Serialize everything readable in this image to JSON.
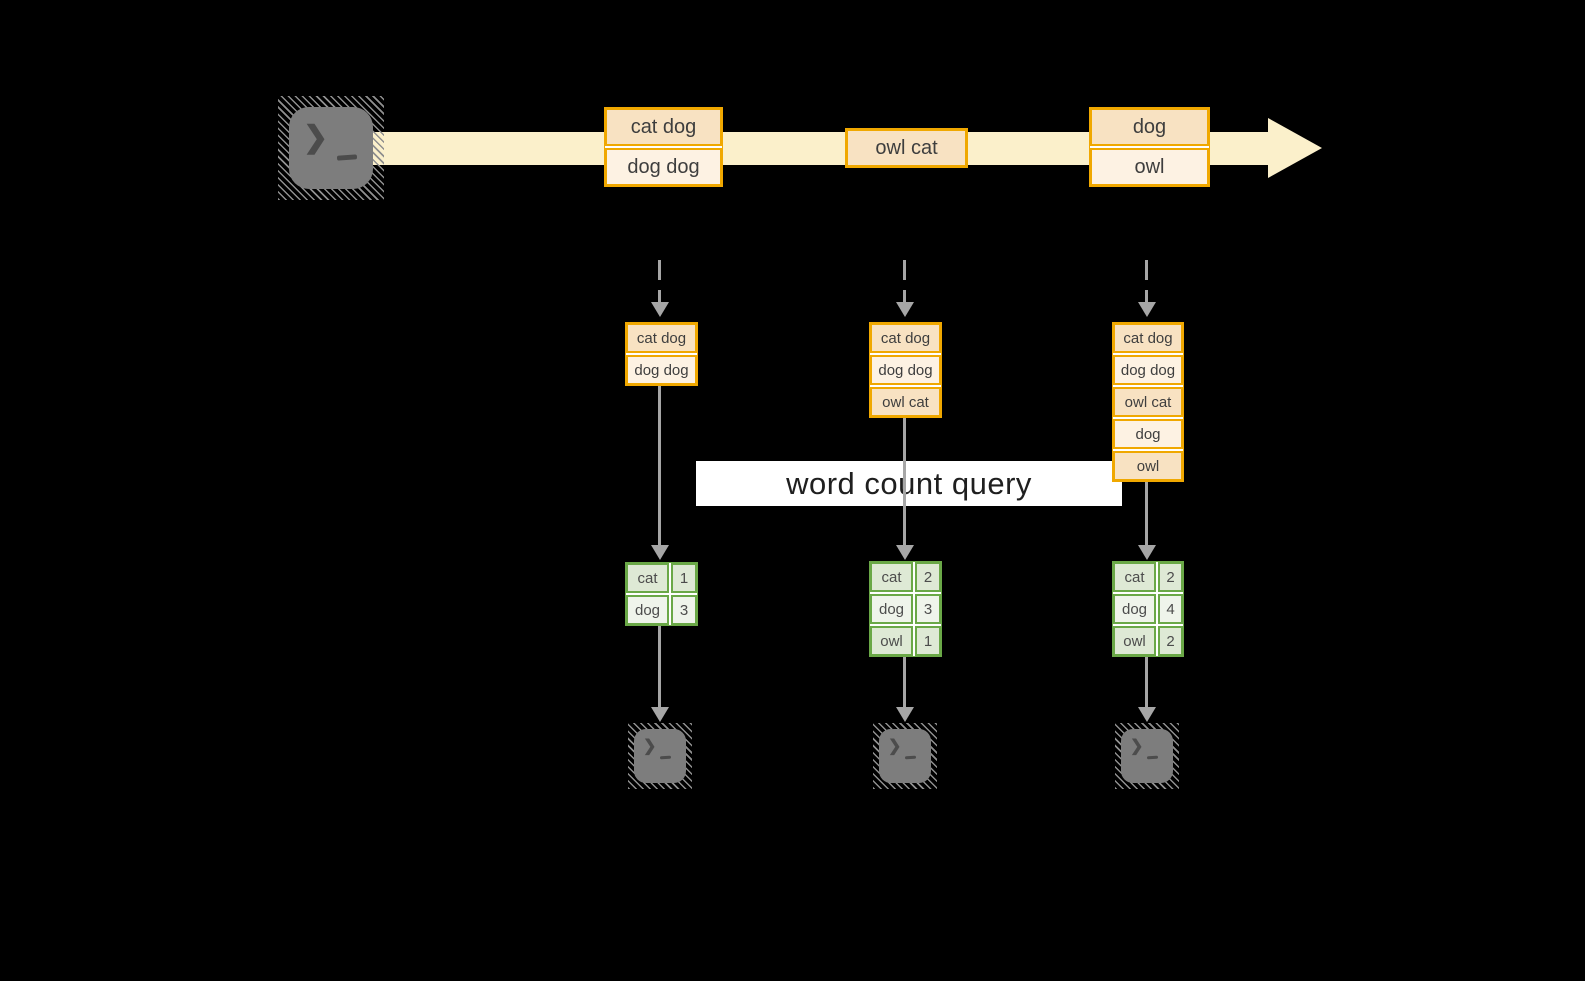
{
  "query_label": "word count query",
  "terminal_glyph": "❯",
  "stream": {
    "messages": [
      {
        "lines": [
          "cat dog",
          "dog dog"
        ]
      },
      {
        "lines": [
          "owl cat"
        ]
      },
      {
        "lines": [
          "dog",
          "owl"
        ]
      }
    ]
  },
  "columns": [
    {
      "buffer": [
        "cat dog",
        "dog dog"
      ],
      "counts": [
        {
          "word": "cat",
          "count": "1"
        },
        {
          "word": "dog",
          "count": "3"
        }
      ]
    },
    {
      "buffer": [
        "cat dog",
        "dog dog",
        "owl cat"
      ],
      "counts": [
        {
          "word": "cat",
          "count": "2"
        },
        {
          "word": "dog",
          "count": "3"
        },
        {
          "word": "owl",
          "count": "1"
        }
      ]
    },
    {
      "buffer": [
        "cat dog",
        "dog dog",
        "owl cat",
        "dog",
        "owl"
      ],
      "counts": [
        {
          "word": "cat",
          "count": "2"
        },
        {
          "word": "dog",
          "count": "4"
        },
        {
          "word": "owl",
          "count": "2"
        }
      ]
    }
  ],
  "colors": {
    "background": "#000000",
    "stream_band": "#FBF0CB",
    "box_border": "#F0A800",
    "box_fill_dark": "#F8E2C2",
    "box_fill_light": "#FDF2E3",
    "table_border": "#6AA847",
    "table_fill_dark": "#DEE9D5",
    "table_fill_light": "#EFF4EB",
    "arrow_gray": "#A6A6A6",
    "terminal_gray": "#7D7D7D",
    "query_band": "#FFFFFF"
  }
}
